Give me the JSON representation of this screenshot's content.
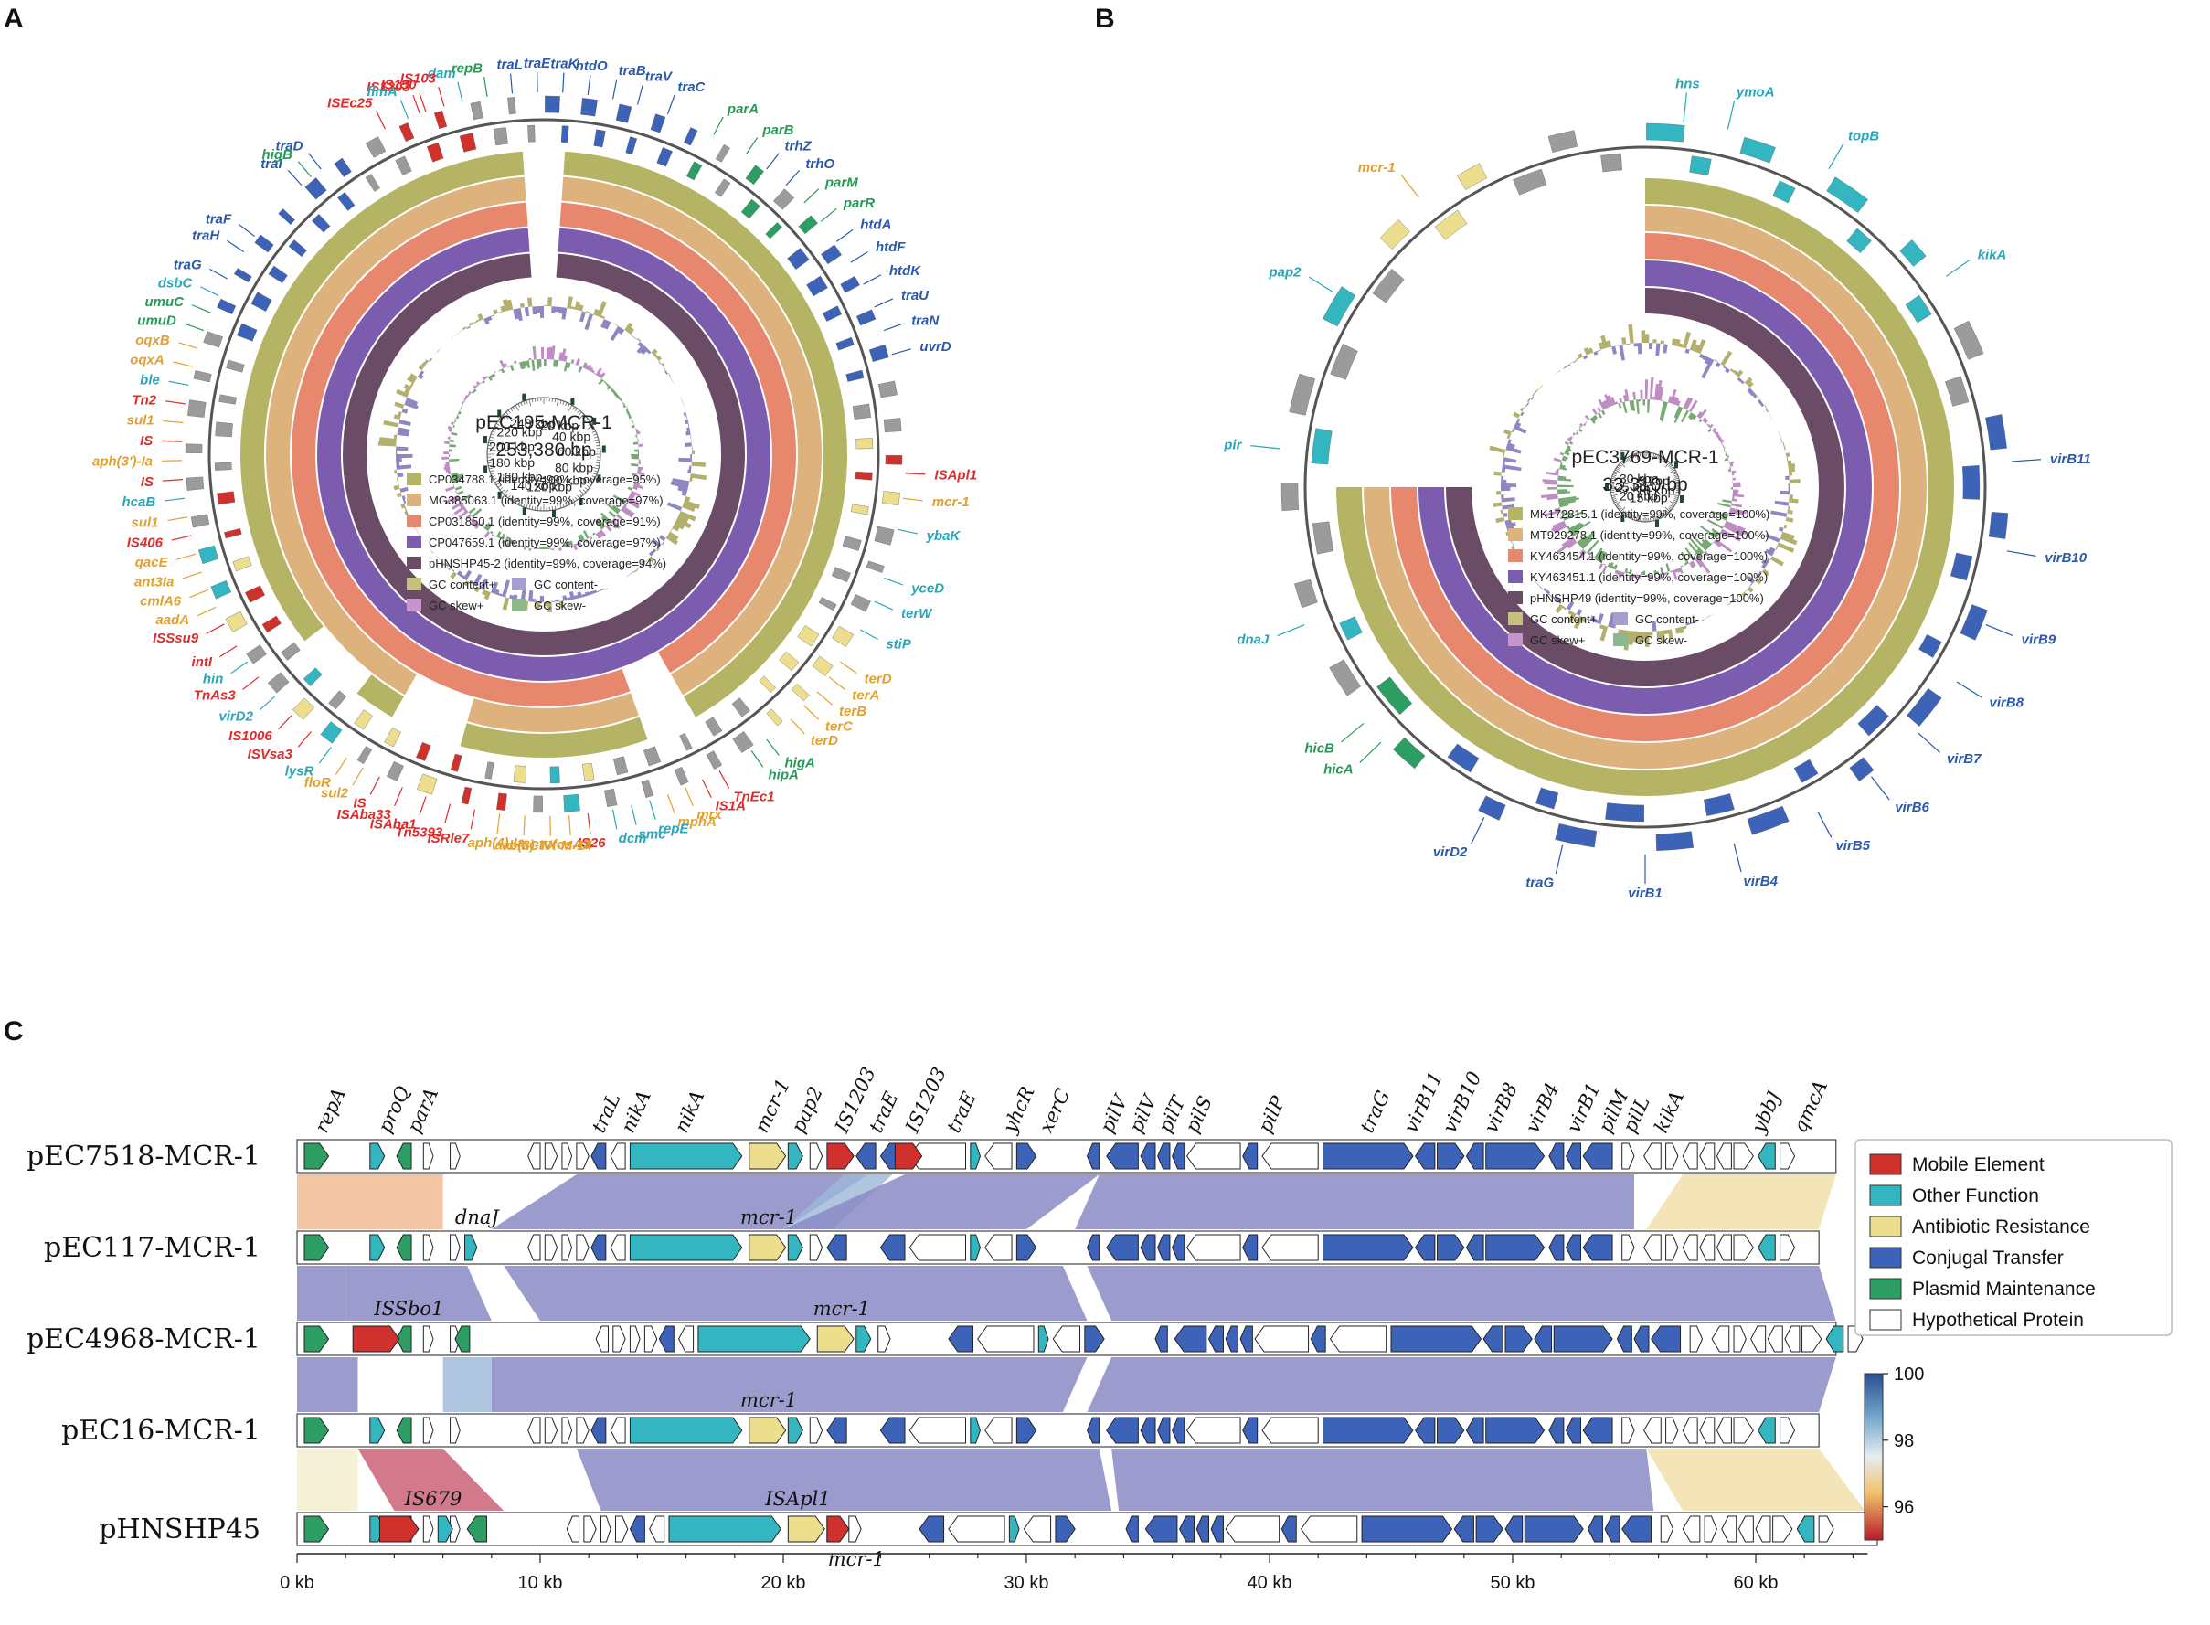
{
  "panels": {
    "a": "A",
    "b": "B",
    "c": "C"
  },
  "palette": {
    "mobile": "#d0312d",
    "other": "#33b6c0",
    "antibiotic": "#ecde8c",
    "conjugal": "#3d63b8",
    "maintenance": "#2d9e63",
    "hypothetical": "#ffffff",
    "grey": "#9b9b9b",
    "r1": "#b5b465",
    "r2": "#deb27c",
    "r3": "#e7876e",
    "r4": "#7b5cae",
    "r5": "#6b4c66",
    "gcpos": "#a6a255",
    "gcneg": "#7a72b6",
    "skpos": "#b179b8",
    "skneg": "#5d9b5a",
    "lblCyan": "#2aa6b9",
    "lblBlue": "#2a59ad",
    "lblGreen": "#279a55",
    "lblOrange": "#e2a02f",
    "lblRed": "#e12a2a"
  },
  "panelA": {
    "title": "pEC195-MCR-1",
    "size": "253,380 bp",
    "ticks": [
      "20 kbp",
      "40 kbp",
      "60 kbp",
      "80 kbp",
      "100 kbp",
      "120 kbp",
      "140 kbp",
      "160 kbp",
      "180 kbp",
      "200 kbp",
      "220 kbp",
      "240 kbp"
    ],
    "legend": [
      {
        "label": "CP034788.1 (identity=99%, coverage=95%)",
        "color": "#b5b465"
      },
      {
        "label": "MG385063.1 (identity=99%, coverage=97%)",
        "color": "#deb27c"
      },
      {
        "label": "CP031850.1 (identity=99%, coverage=91%)",
        "color": "#e7876e"
      },
      {
        "label": "CP047659.1 (identity=99%, coverage=97%)",
        "color": "#7b5cae"
      },
      {
        "label": "pHNSHP45-2 (identity=99%, coverage=94%)",
        "color": "#6b4c66"
      }
    ],
    "gcLegend": [
      {
        "label": "GC content+",
        "color": "#c5c27f"
      },
      {
        "label": "GC content-",
        "color": "#a49fcc"
      },
      {
        "label": "GC skew+",
        "color": "#c695cb"
      },
      {
        "label": "GC skew-",
        "color": "#8ab88a"
      }
    ],
    "labels": [
      {
        "t": "dam",
        "a": -13,
        "c": "cyan"
      },
      {
        "t": "repB",
        "a": -9,
        "c": "green"
      },
      {
        "t": "traL",
        "a": -5,
        "c": "blue"
      },
      {
        "t": "traE",
        "a": -1,
        "c": "blue"
      },
      {
        "t": "traK",
        "a": 3,
        "c": "blue"
      },
      {
        "t": "htdO",
        "a": 7,
        "c": "blue"
      },
      {
        "t": "traB",
        "a": 11,
        "c": "blue"
      },
      {
        "t": "traV",
        "a": 15,
        "c": "blue"
      },
      {
        "t": "traC",
        "a": 20,
        "c": "blue"
      },
      {
        "t": "IS1203",
        "a": -20,
        "c": "red"
      },
      {
        "t": "ISEc25",
        "a": -26,
        "c": "red"
      },
      {
        "t": "parA",
        "a": 28,
        "c": "green"
      },
      {
        "t": "parB",
        "a": 34,
        "c": "green"
      },
      {
        "t": "trhZ",
        "a": 38,
        "c": "blue"
      },
      {
        "t": "trhO",
        "a": 42,
        "c": "blue"
      },
      {
        "t": "parM",
        "a": 46,
        "c": "green"
      },
      {
        "t": "parR",
        "a": 50,
        "c": "green"
      },
      {
        "t": "htdA",
        "a": 54,
        "c": "blue"
      },
      {
        "t": "htdF",
        "a": 58,
        "c": "blue"
      },
      {
        "t": "htdK",
        "a": 62,
        "c": "blue"
      },
      {
        "t": "traU",
        "a": 66,
        "c": "blue"
      },
      {
        "t": "traN",
        "a": 70,
        "c": "blue"
      },
      {
        "t": "uvrD",
        "a": 74,
        "c": "blue"
      },
      {
        "t": "ISApl1",
        "a": 93,
        "c": "red"
      },
      {
        "t": "mcr-1",
        "a": 97,
        "c": "orange"
      },
      {
        "t": "ybaK",
        "a": 102,
        "c": "cyan"
      },
      {
        "t": "yceD",
        "a": 110,
        "c": "cyan"
      },
      {
        "t": "terW",
        "a": 114,
        "c": "cyan"
      },
      {
        "t": "stiP",
        "a": 119,
        "c": "cyan"
      },
      {
        "t": "terD",
        "a": 125,
        "c": "orange"
      },
      {
        "t": "terA",
        "a": 128,
        "c": "orange"
      },
      {
        "t": "terB",
        "a": 131,
        "c": "orange"
      },
      {
        "t": "terC",
        "a": 134,
        "c": "orange"
      },
      {
        "t": "terD",
        "a": 137,
        "c": "orange"
      },
      {
        "t": "higA",
        "a": 142,
        "c": "green"
      },
      {
        "t": "hipA",
        "a": 145,
        "c": "green"
      },
      {
        "t": "TnEc1",
        "a": 151,
        "c": "red"
      },
      {
        "t": "IS1A",
        "a": 154,
        "c": "red"
      },
      {
        "t": "mrx",
        "a": 157,
        "c": "orange"
      },
      {
        "t": "mphA",
        "a": 160,
        "c": "orange"
      },
      {
        "t": "repE",
        "a": 163,
        "c": "cyan"
      },
      {
        "t": "smc",
        "a": 166,
        "c": "cyan"
      },
      {
        "t": "dcm",
        "a": 169,
        "c": "cyan"
      },
      {
        "t": "IS26",
        "a": 173,
        "c": "red"
      },
      {
        "t": "fosA3",
        "a": 176,
        "c": "orange"
      },
      {
        "t": "blaCTX-M-14",
        "a": 179,
        "c": "orange"
      },
      {
        "t": "aac(3)-IV",
        "a": 183,
        "c": "orange"
      },
      {
        "t": "aph(4)-Ia",
        "a": 187,
        "c": "orange"
      },
      {
        "t": "ISRle7",
        "a": 191,
        "c": "red"
      },
      {
        "t": "Tn5393",
        "a": 195,
        "c": "red"
      },
      {
        "t": "ISAba1",
        "a": 199,
        "c": "red"
      },
      {
        "t": "ISAba33",
        "a": 203,
        "c": "red"
      },
      {
        "t": "IS",
        "a": 207,
        "c": "red"
      },
      {
        "t": "sul2",
        "a": 210,
        "c": "orange"
      },
      {
        "t": "floR",
        "a": 213,
        "c": "orange"
      },
      {
        "t": "lysR",
        "a": 216,
        "c": "cyan"
      },
      {
        "t": "ISVsa3",
        "a": 220,
        "c": "red"
      },
      {
        "t": "IS1006",
        "a": 224,
        "c": "red"
      },
      {
        "t": "virD2",
        "a": 228,
        "c": "cyan"
      },
      {
        "t": "TnAs3",
        "a": 232,
        "c": "red"
      },
      {
        "t": "hin",
        "a": 235,
        "c": "cyan"
      },
      {
        "t": "intI",
        "a": 238,
        "c": "red"
      },
      {
        "t": "ISSsu9",
        "a": 242,
        "c": "red"
      },
      {
        "t": "aadA",
        "a": 245,
        "c": "orange"
      },
      {
        "t": "cmlA6",
        "a": 248,
        "c": "orange"
      },
      {
        "t": "ant3Ia",
        "a": 251,
        "c": "orange"
      },
      {
        "t": "qacE",
        "a": 254,
        "c": "orange"
      },
      {
        "t": "IS406",
        "a": 257,
        "c": "red"
      },
      {
        "t": "sul1",
        "a": 260,
        "c": "orange"
      },
      {
        "t": "hcaB",
        "a": 263,
        "c": "cyan"
      },
      {
        "t": "IS",
        "a": 266,
        "c": "red"
      },
      {
        "t": "aph(3')-Ia",
        "a": 269,
        "c": "orange"
      },
      {
        "t": "IS",
        "a": 272,
        "c": "red"
      },
      {
        "t": "sul1",
        "a": 275,
        "c": "orange"
      },
      {
        "t": "Tn2",
        "a": 278,
        "c": "red"
      },
      {
        "t": "ble",
        "a": 281,
        "c": "cyan"
      },
      {
        "t": "oqxA",
        "a": 284,
        "c": "orange"
      },
      {
        "t": "oqxB",
        "a": 287,
        "c": "orange"
      },
      {
        "t": "umuD",
        "a": 290,
        "c": "green"
      },
      {
        "t": "umuC",
        "a": 293,
        "c": "green"
      },
      {
        "t": "dsbC",
        "a": 296,
        "c": "cyan"
      },
      {
        "t": "traG",
        "a": 299,
        "c": "blue"
      },
      {
        "t": "traH",
        "a": 304,
        "c": "blue"
      },
      {
        "t": "traF",
        "a": 307,
        "c": "blue"
      },
      {
        "t": "traI",
        "a": 318,
        "c": "blue"
      },
      {
        "t": "traD",
        "a": 322,
        "c": "blue"
      },
      {
        "t": "flmA",
        "a": 338,
        "c": "cyan"
      },
      {
        "t": "IS150",
        "a": 341,
        "c": "red"
      },
      {
        "t": "IS103",
        "a": 344,
        "c": "red"
      },
      {
        "t": "higB",
        "a": -40,
        "c": "green"
      }
    ]
  },
  "panelB": {
    "title": "pEC3769-MCR-1",
    "size": "33,310 bp",
    "ticks": [
      "5 kbp",
      "10 kbp",
      "15 kbp",
      "20 kbp",
      "25 kbp",
      "30 kbp"
    ],
    "legend": [
      {
        "label": "MK172815.1 (identity=99%, coverage=100%)",
        "color": "#b5b465"
      },
      {
        "label": "MT929278.1 (identity=99%, coverage=100%)",
        "color": "#deb27c"
      },
      {
        "label": "KY463454.1 (identity=99%, coverage=100%)",
        "color": "#e7876e"
      },
      {
        "label": "KY463451.1 (identity=99%, coverage=100%)",
        "color": "#7b5cae"
      },
      {
        "label": "pHNSHP49 (identity=99%, coverage=100%)",
        "color": "#6b4c66"
      }
    ],
    "gcLegend": [
      {
        "label": "GC content+",
        "color": "#c5c27f"
      },
      {
        "label": "GC content-",
        "color": "#a49fcc"
      },
      {
        "label": "GC skew+",
        "color": "#c695cb"
      },
      {
        "label": "GC skew-",
        "color": "#8ab88a"
      }
    ],
    "labels": [
      {
        "t": "hns",
        "a": 6,
        "c": "cyan"
      },
      {
        "t": "ymoA",
        "a": 13,
        "c": "cyan"
      },
      {
        "t": "topB",
        "a": 30,
        "c": "cyan"
      },
      {
        "t": "kikA",
        "a": 55,
        "c": "cyan"
      },
      {
        "t": "virB11",
        "a": 86,
        "c": "blue"
      },
      {
        "t": "virB10",
        "a": 100,
        "c": "blue"
      },
      {
        "t": "virB9",
        "a": 112,
        "c": "blue"
      },
      {
        "t": "virB8",
        "a": 122,
        "c": "blue"
      },
      {
        "t": "virB7",
        "a": 132,
        "c": "blue"
      },
      {
        "t": "virB6",
        "a": 142,
        "c": "blue"
      },
      {
        "t": "virB5",
        "a": 152,
        "c": "blue"
      },
      {
        "t": "virB4",
        "a": 166,
        "c": "blue"
      },
      {
        "t": "virB1",
        "a": 180,
        "c": "blue"
      },
      {
        "t": "traG",
        "a": 193,
        "c": "blue"
      },
      {
        "t": "virD2",
        "a": 206,
        "c": "blue"
      },
      {
        "t": "hicA",
        "a": 226,
        "c": "green"
      },
      {
        "t": "hicB",
        "a": 230,
        "c": "green"
      },
      {
        "t": "dnaJ",
        "a": 248,
        "c": "cyan"
      },
      {
        "t": "pir",
        "a": 276,
        "c": "cyan"
      },
      {
        "t": "pap2",
        "a": 302,
        "c": "cyan"
      },
      {
        "t": "mcr-1",
        "a": 322,
        "c": "orange"
      }
    ]
  },
  "panelC": {
    "plasmids": [
      "pEC7518-MCR-1",
      "pEC117-MCR-1",
      "pEC4968-MCR-1",
      "pEC16-MCR-1",
      "pHNSHP45"
    ],
    "topLabels": [
      {
        "t": "repA",
        "x": 1.2
      },
      {
        "t": "proQ",
        "x": 3.8
      },
      {
        "t": "parA",
        "x": 5.0
      },
      {
        "t": "traL",
        "x": 12.6
      },
      {
        "t": "nikA",
        "x": 13.8
      },
      {
        "t": "nikA",
        "x": 16.0
      },
      {
        "t": "mcr-1",
        "x": 19.3
      },
      {
        "t": "pap2",
        "x": 20.8
      },
      {
        "t": "IS1203",
        "x": 22.6
      },
      {
        "t": "traE",
        "x": 24.0
      },
      {
        "t": "IS1203",
        "x": 25.5
      },
      {
        "t": "traE",
        "x": 27.2
      },
      {
        "t": "yhcR",
        "x": 29.5
      },
      {
        "t": "xerC",
        "x": 31.0
      },
      {
        "t": "pilV",
        "x": 33.5
      },
      {
        "t": "pilV",
        "x": 34.7
      },
      {
        "t": "pilT",
        "x": 35.9
      },
      {
        "t": "pilS",
        "x": 37.0
      },
      {
        "t": "pilP",
        "x": 40.0
      },
      {
        "t": "traG",
        "x": 44.2
      },
      {
        "t": "virB11",
        "x": 46.0
      },
      {
        "t": "virB10",
        "x": 47.6
      },
      {
        "t": "virB8",
        "x": 49.3
      },
      {
        "t": "virB4",
        "x": 51.0
      },
      {
        "t": "virB1",
        "x": 52.7
      },
      {
        "t": "pilM",
        "x": 54.0
      },
      {
        "t": "pilL",
        "x": 55.0
      },
      {
        "t": "kikA",
        "x": 56.3
      },
      {
        "t": "ybbJ",
        "x": 60.3
      },
      {
        "t": "qmcA",
        "x": 62.0
      }
    ],
    "rowLabels": [
      {
        "t": "dnaJ",
        "row": 1,
        "x": 7.4,
        "pos": "above"
      },
      {
        "t": "mcr-1",
        "row": 1,
        "x": 19.4,
        "pos": "above"
      },
      {
        "t": "ISSbo1",
        "row": 2,
        "x": 4.6,
        "pos": "above"
      },
      {
        "t": "mcr-1",
        "row": 2,
        "x": 22.4,
        "pos": "above"
      },
      {
        "t": "mcr-1",
        "row": 3,
        "x": 19.4,
        "pos": "above"
      },
      {
        "t": "IS679",
        "row": 4,
        "x": 5.6,
        "pos": "above"
      },
      {
        "t": "ISApl1",
        "row": 4,
        "x": 20.6,
        "pos": "above"
      },
      {
        "t": "mcr-1",
        "row": 4,
        "x": 23.0,
        "pos": "below"
      }
    ],
    "legend": [
      {
        "label": "Mobile Element",
        "color": "#d0312d"
      },
      {
        "label": "Other Function",
        "color": "#33b6c0"
      },
      {
        "label": "Antibiotic Resistance",
        "color": "#ecde8c"
      },
      {
        "label": "Conjugal Transfer",
        "color": "#3d63b8"
      },
      {
        "label": "Plasmid Maintenance",
        "color": "#2d9e63"
      },
      {
        "label": "Hypothetical Protein",
        "color": "#ffffff"
      }
    ],
    "axisTicks": [
      "0 kb",
      "10 kb",
      "20 kb",
      "30 kb",
      "40 kb",
      "50 kb",
      "60 kb"
    ],
    "colorbar": {
      "ticks": [
        "100",
        "98",
        "96"
      ],
      "min": 95,
      "max": 100
    }
  }
}
